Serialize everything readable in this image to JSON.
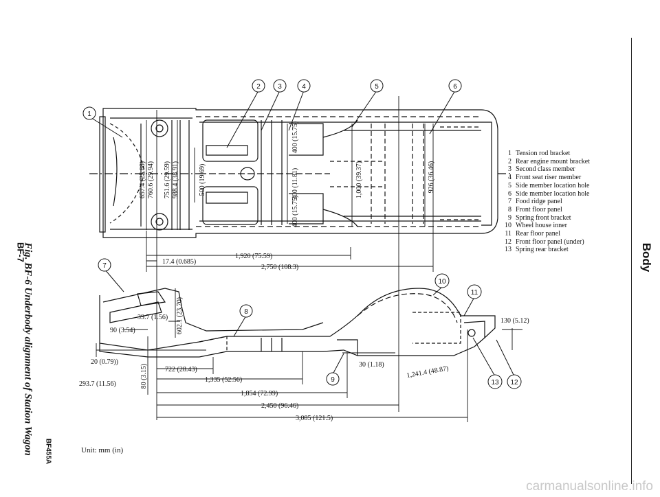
{
  "page": {
    "page_number": "BF-7",
    "caption": "Fig. BF-6 Underbody alignment of Station Wagon",
    "figure_code": "BF455A",
    "section": "Body",
    "unit_note": "Unit:  mm (in)",
    "footer_site": "carmanualsonline.info"
  },
  "legend": [
    {
      "num": "1",
      "text": "Tension rod bracket"
    },
    {
      "num": "2",
      "text": "Rear engine mount bracket"
    },
    {
      "num": "3",
      "text": "Second class member"
    },
    {
      "num": "4",
      "text": "Front seat riser member"
    },
    {
      "num": "5",
      "text": "Side member location hole"
    },
    {
      "num": "6",
      "text": "Side member location hole"
    },
    {
      "num": "7",
      "text": "Food ridge panel"
    },
    {
      "num": "8",
      "text": "Front floor panel"
    },
    {
      "num": "9",
      "text": "Spring front bracket"
    },
    {
      "num": "10",
      "text": "Wheel house inner"
    },
    {
      "num": "11",
      "text": "Rear floor panel"
    },
    {
      "num": "12",
      "text": "Front floor panel (under)"
    },
    {
      "num": "13",
      "text": "Spring rear bracket"
    }
  ],
  "top_view": {
    "callouts": [
      "1",
      "2",
      "3",
      "4",
      "5",
      "6"
    ],
    "vertical_dims": [
      "657.4 (25.88)",
      "760.6 (29.94)",
      "751.6 (29.59)",
      "988.4 (38.91)",
      "500 (19.69)",
      "400 (15.75)",
      "300 (11.81)",
      "400 (15.75)",
      "1,000 (39.37)",
      "926 (36.46)"
    ],
    "horizontal_dims": [
      "1,920 (75.59)",
      "17.4 (0.685)",
      "2,750 (108.3)"
    ]
  },
  "side_view": {
    "callouts": [
      "7",
      "8",
      "9",
      "10",
      "11",
      "12",
      "13"
    ],
    "dims": [
      "39.7 (1.56)",
      "602.1 (23.70)",
      "90 (3.54)",
      "20 (0.79))",
      "293.7 (11.56)",
      "80 (3.15)",
      "722 (28.43)",
      "1,335 (52.56)",
      "1,854 (72.99)",
      "2,450 (96.46)",
      "3,085 (121.5)",
      "30 (1.18)",
      "1,241.4 (48.87)",
      "130 (5.12)"
    ]
  }
}
